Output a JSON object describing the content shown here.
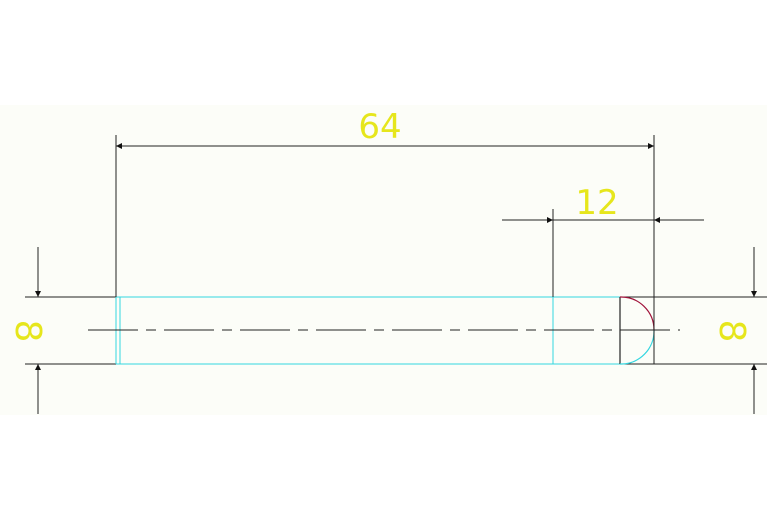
{
  "drawing": {
    "dimensions": {
      "overall_length": "64",
      "end_length": "12",
      "left_diameter": "8",
      "right_diameter": "8"
    },
    "colors": {
      "background": "#fcfdf8",
      "outline": "#000000",
      "dimension": "#1a1a1a",
      "dimension_text": "#e6e61c",
      "visible_edge": "#33d6e0",
      "arc_upper": "#a0123a",
      "arc_lower": "#33d6e0"
    }
  }
}
